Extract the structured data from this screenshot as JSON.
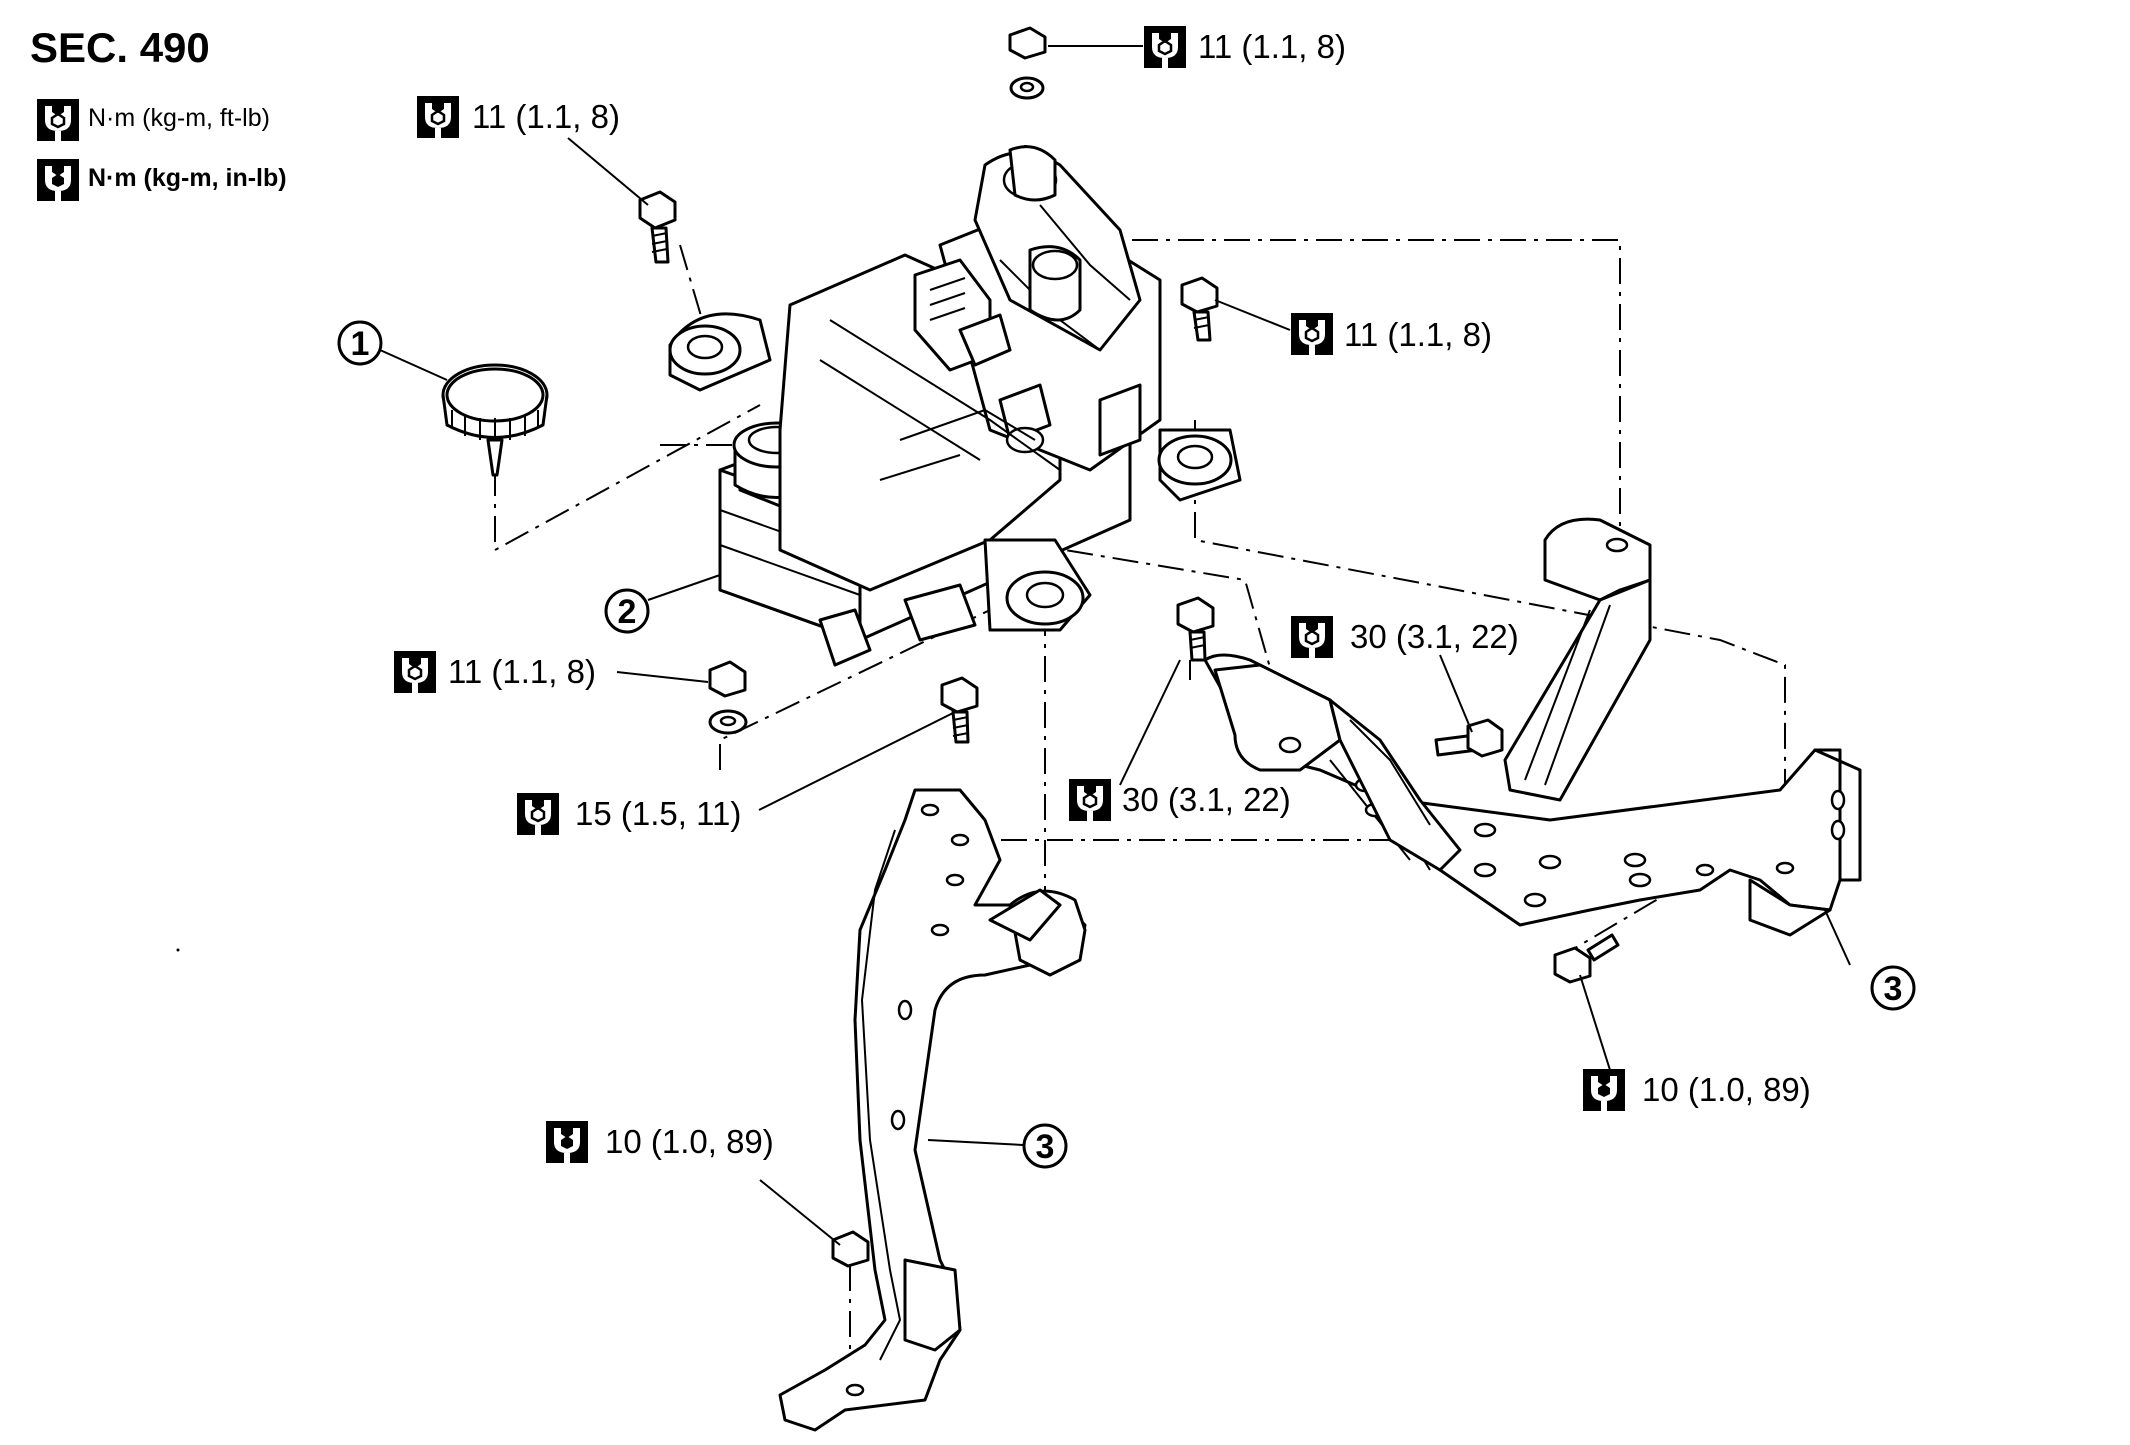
{
  "section_title": "SEC. 490",
  "legend": {
    "plain": {
      "icon": "torque-wrench-icon",
      "unit": "N·m (kg-m, ft-lb)"
    },
    "filled": {
      "icon": "torque-wrench-filled-icon",
      "unit": "N·m (kg-m, in-lb)"
    }
  },
  "torque_labels": [
    {
      "id": "t1",
      "icon": "torque-wrench-icon",
      "text": "11 (1.1, 8)"
    },
    {
      "id": "t2",
      "icon": "torque-wrench-icon",
      "text": "11 (1.1, 8)"
    },
    {
      "id": "t3",
      "icon": "torque-wrench-icon",
      "text": "11 (1.1, 8)"
    },
    {
      "id": "t4",
      "icon": "torque-wrench-icon",
      "text": "11 (1.1, 8)"
    },
    {
      "id": "t5",
      "icon": "torque-wrench-icon",
      "text": "30 (3.1, 22)"
    },
    {
      "id": "t6",
      "icon": "torque-wrench-icon",
      "text": "30 (3.1, 22)"
    },
    {
      "id": "t7",
      "icon": "torque-wrench-icon",
      "text": "15 (1.5, 11)"
    },
    {
      "id": "t8",
      "icon": "torque-wrench-filled-icon",
      "text": "10 (1.0, 89)"
    },
    {
      "id": "t9",
      "icon": "torque-wrench-filled-icon",
      "text": "10 (1.0, 89)"
    }
  ],
  "callouts": [
    {
      "id": "c1",
      "number": "1"
    },
    {
      "id": "c2",
      "number": "2"
    },
    {
      "id": "c3a",
      "number": "3"
    },
    {
      "id": "c3b",
      "number": "3"
    }
  ]
}
